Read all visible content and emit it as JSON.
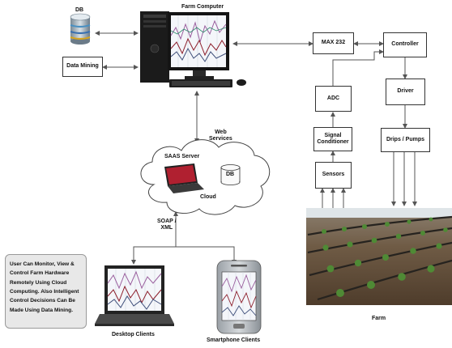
{
  "db_label": "DB",
  "data_mining_label": "Data Mining",
  "farm_computer_label": "Farm Computer",
  "max232_label": "MAX 232",
  "controller_label": "Controller",
  "adc_label": "ADC",
  "driver_label": "Driver",
  "signal_conditioner_label": "Signal\nConditioner",
  "drips_pumps_label": "Drips / Pumps",
  "sensors_label": "Sensors",
  "web_services_label": "Web\nServices",
  "saas_server_label": "SAAS Server",
  "cloud_db_label": "DB",
  "cloud_label": "Cloud",
  "soap_xml_label": "SOAP /\nXML",
  "note_text": "User Can Monitor, View &\nControl Farm Hardware\nRemotely Using Cloud\nComputing. Also Intelligent\nControl Decisions Can Be\nMade Using Data Mining.",
  "desktop_clients_label": "Desktop Clients",
  "smartphone_clients_label": "Smartphone Clients",
  "farm_label": "Farm",
  "colors": {
    "line": "#555555",
    "box_border": "#333333",
    "note_bg": "#e8e8e8",
    "screen_bg": "#f4f6fa",
    "soil": "#6b5a45",
    "sky": "#e9eef2",
    "plant": "#4f8a35"
  }
}
